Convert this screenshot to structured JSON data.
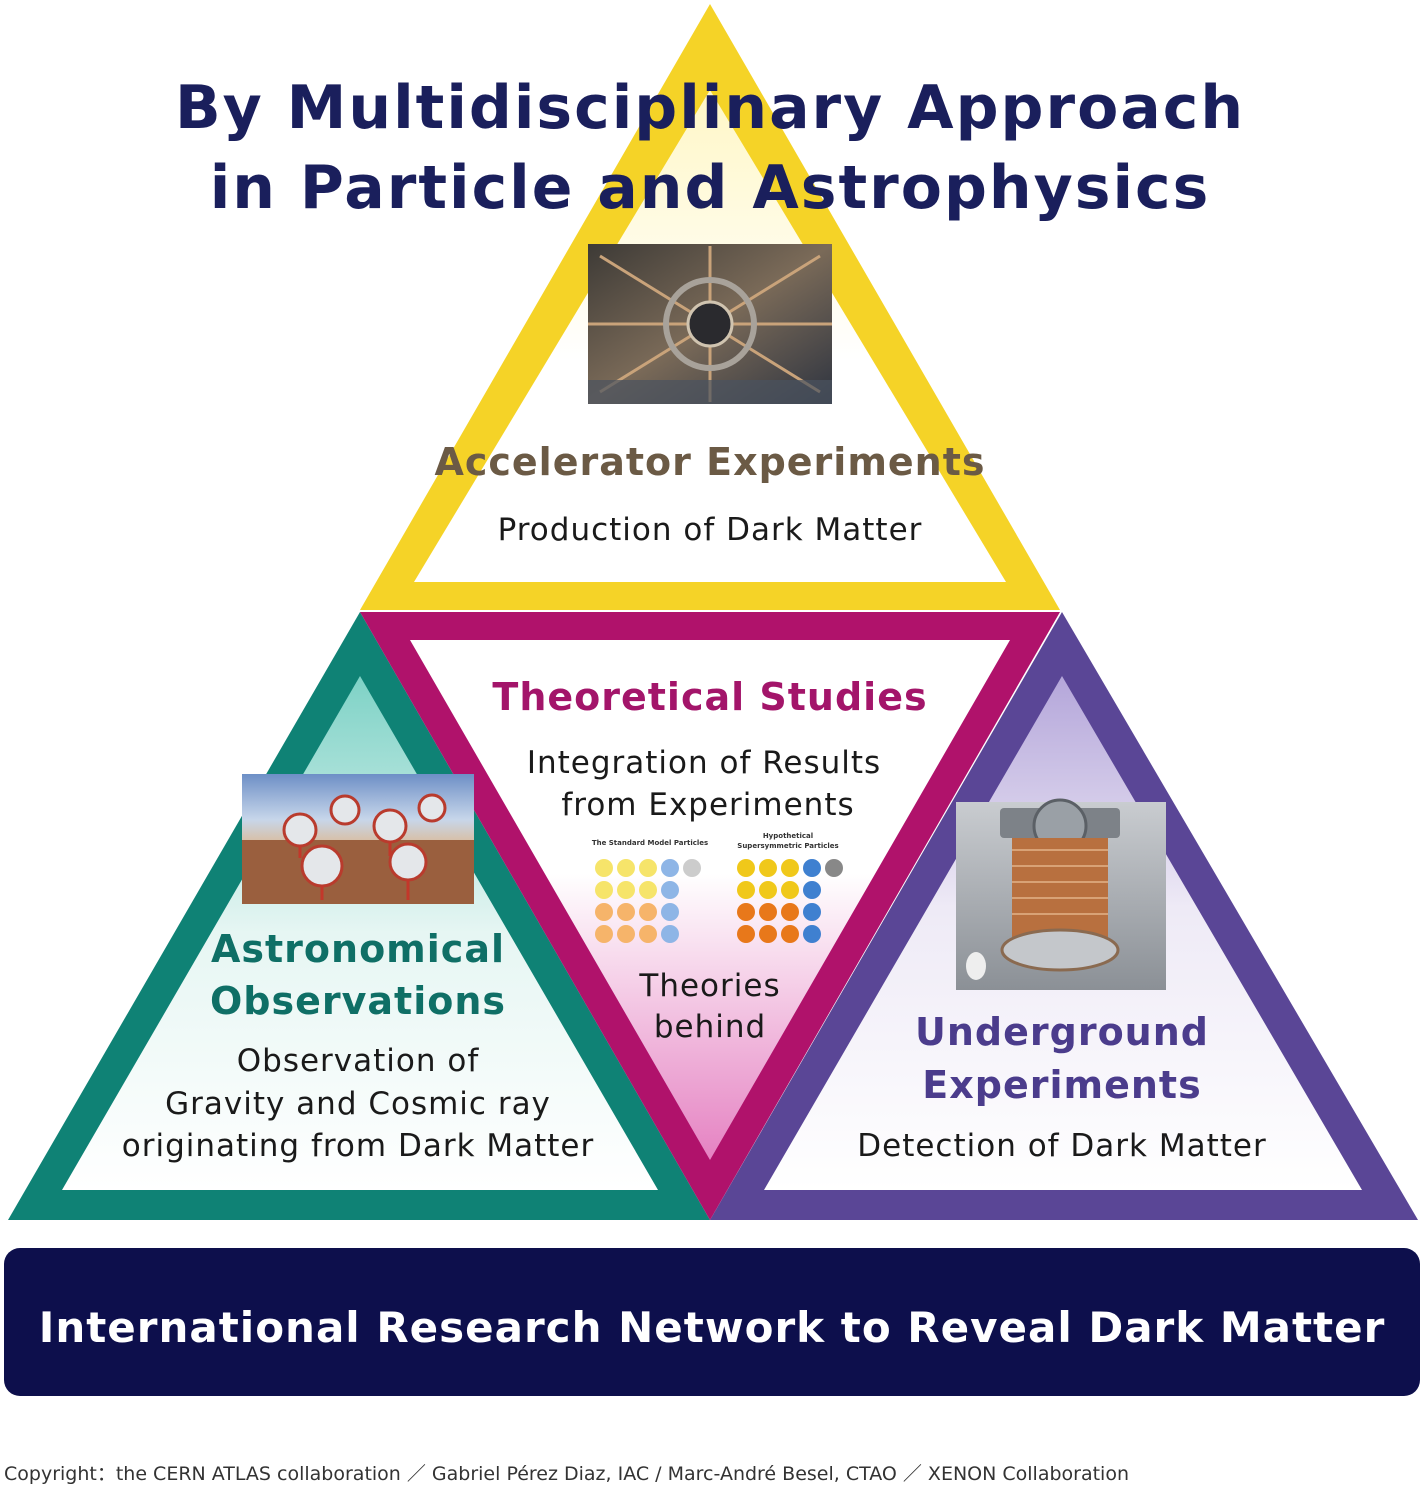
{
  "title": {
    "line1": "By Multidisciplinary Approach",
    "line2": "in Particle and Astrophysics"
  },
  "sections": {
    "accelerator": {
      "title": "Accelerator Experiments",
      "subtitle": "Production of Dark Matter",
      "color": "#f5d327"
    },
    "theoretical": {
      "title": "Theoretical Studies",
      "subtitle_line1": "Integration of Results",
      "subtitle_line2": "from Experiments",
      "note_line1": "Theories",
      "note_line2": "behind",
      "chart_left_label": "The Standard Model Particles",
      "chart_right_label_line1": "Hypothetical",
      "chart_right_label_line2": "Supersymmetric Particles",
      "color": "#b0126b"
    },
    "astronomical": {
      "title_line1": "Astronomical",
      "title_line2": "Observations",
      "subtitle_line1": "Observation of",
      "subtitle_line2": "Gravity and Cosmic ray",
      "subtitle_line3": "originating from Dark Matter",
      "color": "#0f8275"
    },
    "underground": {
      "title_line1": "Underground",
      "title_line2": "Experiments",
      "subtitle": "Detection of Dark Matter",
      "color": "#5a4696"
    }
  },
  "footer": {
    "text": "International Research Network to Reveal Dark Matter",
    "color": "#0d0f4c"
  },
  "copyright": "Copyright：the CERN ATLAS collaboration ／ Gabriel Pérez Diaz, IAC / Marc-André Besel, CTAO ／ XENON Collaboration"
}
